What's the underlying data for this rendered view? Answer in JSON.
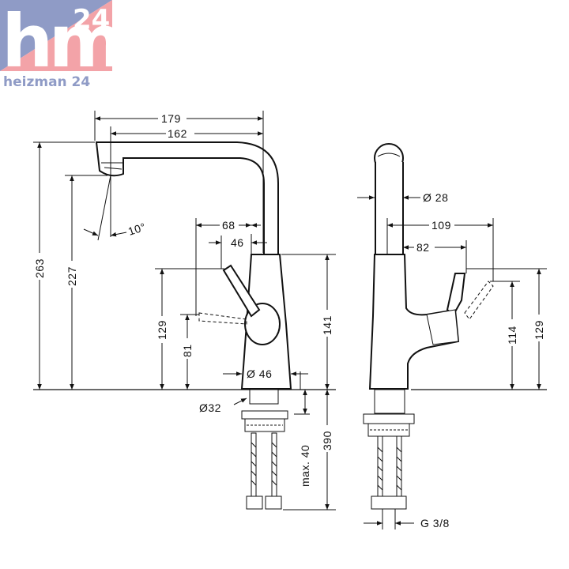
{
  "logo": {
    "big_text": "hm",
    "badge": "24",
    "sub_text": "heizman 24",
    "colors": {
      "blue": "#8f9bc6",
      "pink": "#f3a3a8",
      "dark": "#3b4fa0",
      "white": "#ffffff"
    }
  },
  "dimensions": {
    "width_179": "179",
    "width_162": "162",
    "angle_10": "10°",
    "height_263": "263",
    "height_227": "227",
    "offset_68": "68",
    "offset_46": "46",
    "height_129_left": "129",
    "height_81": "81",
    "height_141": "141",
    "diam_46": "Ø 46",
    "diam_32": "Ø32",
    "max_40": "max. 40",
    "length_390": "390",
    "diam_28": "Ø 28",
    "offset_109": "109",
    "offset_82": "82",
    "height_114": "114",
    "height_129_right": "129",
    "thread_g38": "G 3/8"
  }
}
